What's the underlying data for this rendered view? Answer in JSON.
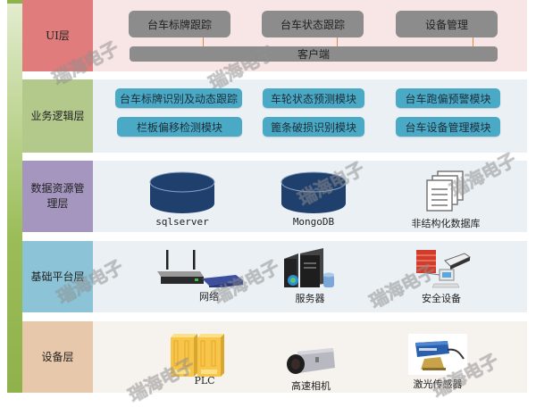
{
  "colors": {
    "side_bar": "#9bbd58",
    "ui_label_bg": "#e07c7c",
    "ui_area_bg": "#f8e6e6",
    "biz_label_bg": "#b3c98c",
    "biz_area_bg": "#eaf0f4",
    "data_label_bg": "#a596bf",
    "data_area_bg": "#eaf0f4",
    "base_label_bg": "#8cc3d6",
    "base_area_bg": "#eaf0f4",
    "device_label_bg": "#e8c8ab",
    "device_area_bg": "#f6f2ed",
    "gray_box": "#8c8c8c",
    "teal_box": "#4aaac6",
    "db_navy": "#1f3f6d",
    "connector": "#e28a3c"
  },
  "layers": {
    "ui": {
      "label": "UI层",
      "modules": [
        "台车标牌跟踪",
        "台车状态跟踪",
        "设备管理"
      ],
      "client": "客户端"
    },
    "business": {
      "label": "业务逻辑层",
      "modules": [
        "台车标牌识别及动态跟踪",
        "车轮状态预测模块",
        "台车跑偏预警模块",
        "栏板偏移检测模块",
        "篦条破损识别模块",
        "台车设备管理模块"
      ]
    },
    "data": {
      "label": "数据资源管理层",
      "items": [
        {
          "name": "sqlserver",
          "icon": "database-cylinder-icon"
        },
        {
          "name": "MongoDB",
          "icon": "database-cylinder-icon"
        },
        {
          "name": "非结构化数据库",
          "icon": "document-stack-icon"
        }
      ]
    },
    "base": {
      "label": "基础平台层",
      "items": [
        {
          "name": "网络",
          "icon": "router-switch-icon"
        },
        {
          "name": "服务器",
          "icon": "server-icon"
        },
        {
          "name": "安全设备",
          "icon": "firewall-icon"
        }
      ]
    },
    "device": {
      "label": "设备层",
      "items": [
        {
          "name": "PLC",
          "icon": "plc-cabinet-icon"
        },
        {
          "name": "高速相机",
          "icon": "camera-icon"
        },
        {
          "name": "激光传感器",
          "icon": "laser-sensor-icon"
        }
      ]
    }
  },
  "watermark": "瑞海电子"
}
